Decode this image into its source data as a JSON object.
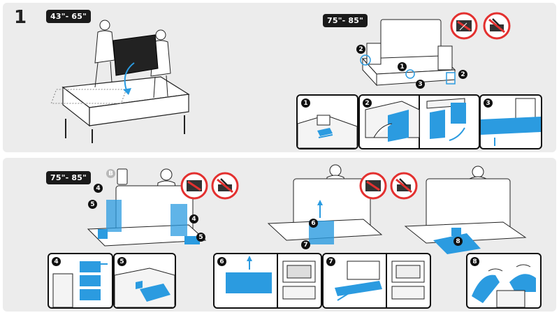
{
  "step": {
    "number": "1"
  },
  "top": {
    "left_size_label": "43\"- 65\"",
    "right_size_label": "75\"- 85\""
  },
  "bottom": {
    "size_label": "75\"- 85\""
  },
  "markers": {
    "m1": "1",
    "m2": "2",
    "m3": "3",
    "m4": "4",
    "m5": "5",
    "m6": "6",
    "m7": "7",
    "m8": "8",
    "mB": "B"
  },
  "icons": {
    "no_screen_touch": "no-screen-pressure-icon",
    "no_sharp_tool": "no-sharp-tool-icon"
  },
  "colors": {
    "accent": "#2b9be0",
    "panel": "#ececec",
    "warning": "#e3302f"
  }
}
